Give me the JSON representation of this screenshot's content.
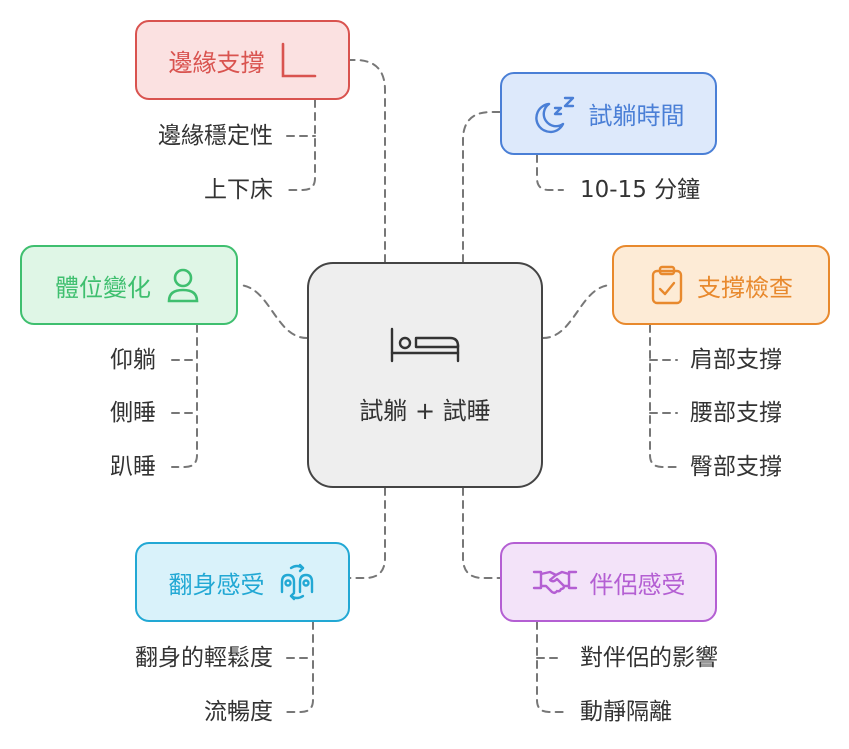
{
  "center": {
    "label": "試躺 + 試睡",
    "icon": "bed-icon"
  },
  "branches": [
    {
      "id": "edge",
      "label": "邊緣支撐",
      "icon": "corner-icon",
      "color": "#d9534f",
      "fill": "#fbe1e1",
      "children": [
        "邊緣穩定性",
        "上下床"
      ]
    },
    {
      "id": "trial",
      "label": "試躺時間",
      "icon": "sleep-zzz-icon",
      "color": "#4a7fd6",
      "fill": "#dde9fb",
      "children": [
        "10-15 分鐘"
      ]
    },
    {
      "id": "posture",
      "label": "體位變化",
      "icon": "user-icon",
      "color": "#3fbf6f",
      "fill": "#dff6e6",
      "children": [
        "仰躺",
        "側睡",
        "趴睡"
      ]
    },
    {
      "id": "support",
      "label": "支撐檢查",
      "icon": "clipboard-check-icon",
      "color": "#e8892d",
      "fill": "#fdebd6",
      "children": [
        "肩部支撐",
        "腰部支撐",
        "臀部支撐"
      ]
    },
    {
      "id": "turn",
      "label": "翻身感受",
      "icon": "turn-arrows-icon",
      "color": "#22a8d4",
      "fill": "#d9f2fa",
      "children": [
        "翻身的輕鬆度",
        "流暢度"
      ]
    },
    {
      "id": "partner",
      "label": "伴侶感受",
      "icon": "handshake-icon",
      "color": "#b45fd3",
      "fill": "#f3e3f9",
      "children": [
        "對伴侶的影響",
        "動靜隔離"
      ]
    }
  ]
}
